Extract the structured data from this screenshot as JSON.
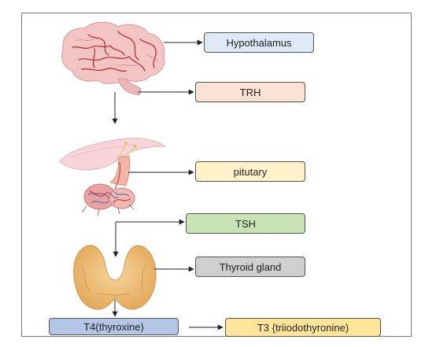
{
  "colors": {
    "hypothalamus": "#dde9f5",
    "trh": "#f9e1d4",
    "pituitary": "#fff1c9",
    "tsh": "#c9e2b6",
    "thyroid_gland": "#cfcfcf",
    "t4": "#b4c6e6",
    "t3": "#ffe59a",
    "brain": "#f3c4c4",
    "brain_vessels": "#b3262b",
    "thyroid_tissue": "#f2c27c"
  },
  "labels": {
    "hypothalamus": "Hypothalamus",
    "trh": "TRH",
    "pituitary": "pitutary",
    "tsh": "TSH",
    "thyroid_gland": "Thyroid gland",
    "t4": "T4(thyroxine)",
    "t3": "T3 {triiodothyronine)"
  },
  "icons": [
    "brain-icon",
    "pituitary-gland-icon",
    "thyroid-gland-icon"
  ]
}
